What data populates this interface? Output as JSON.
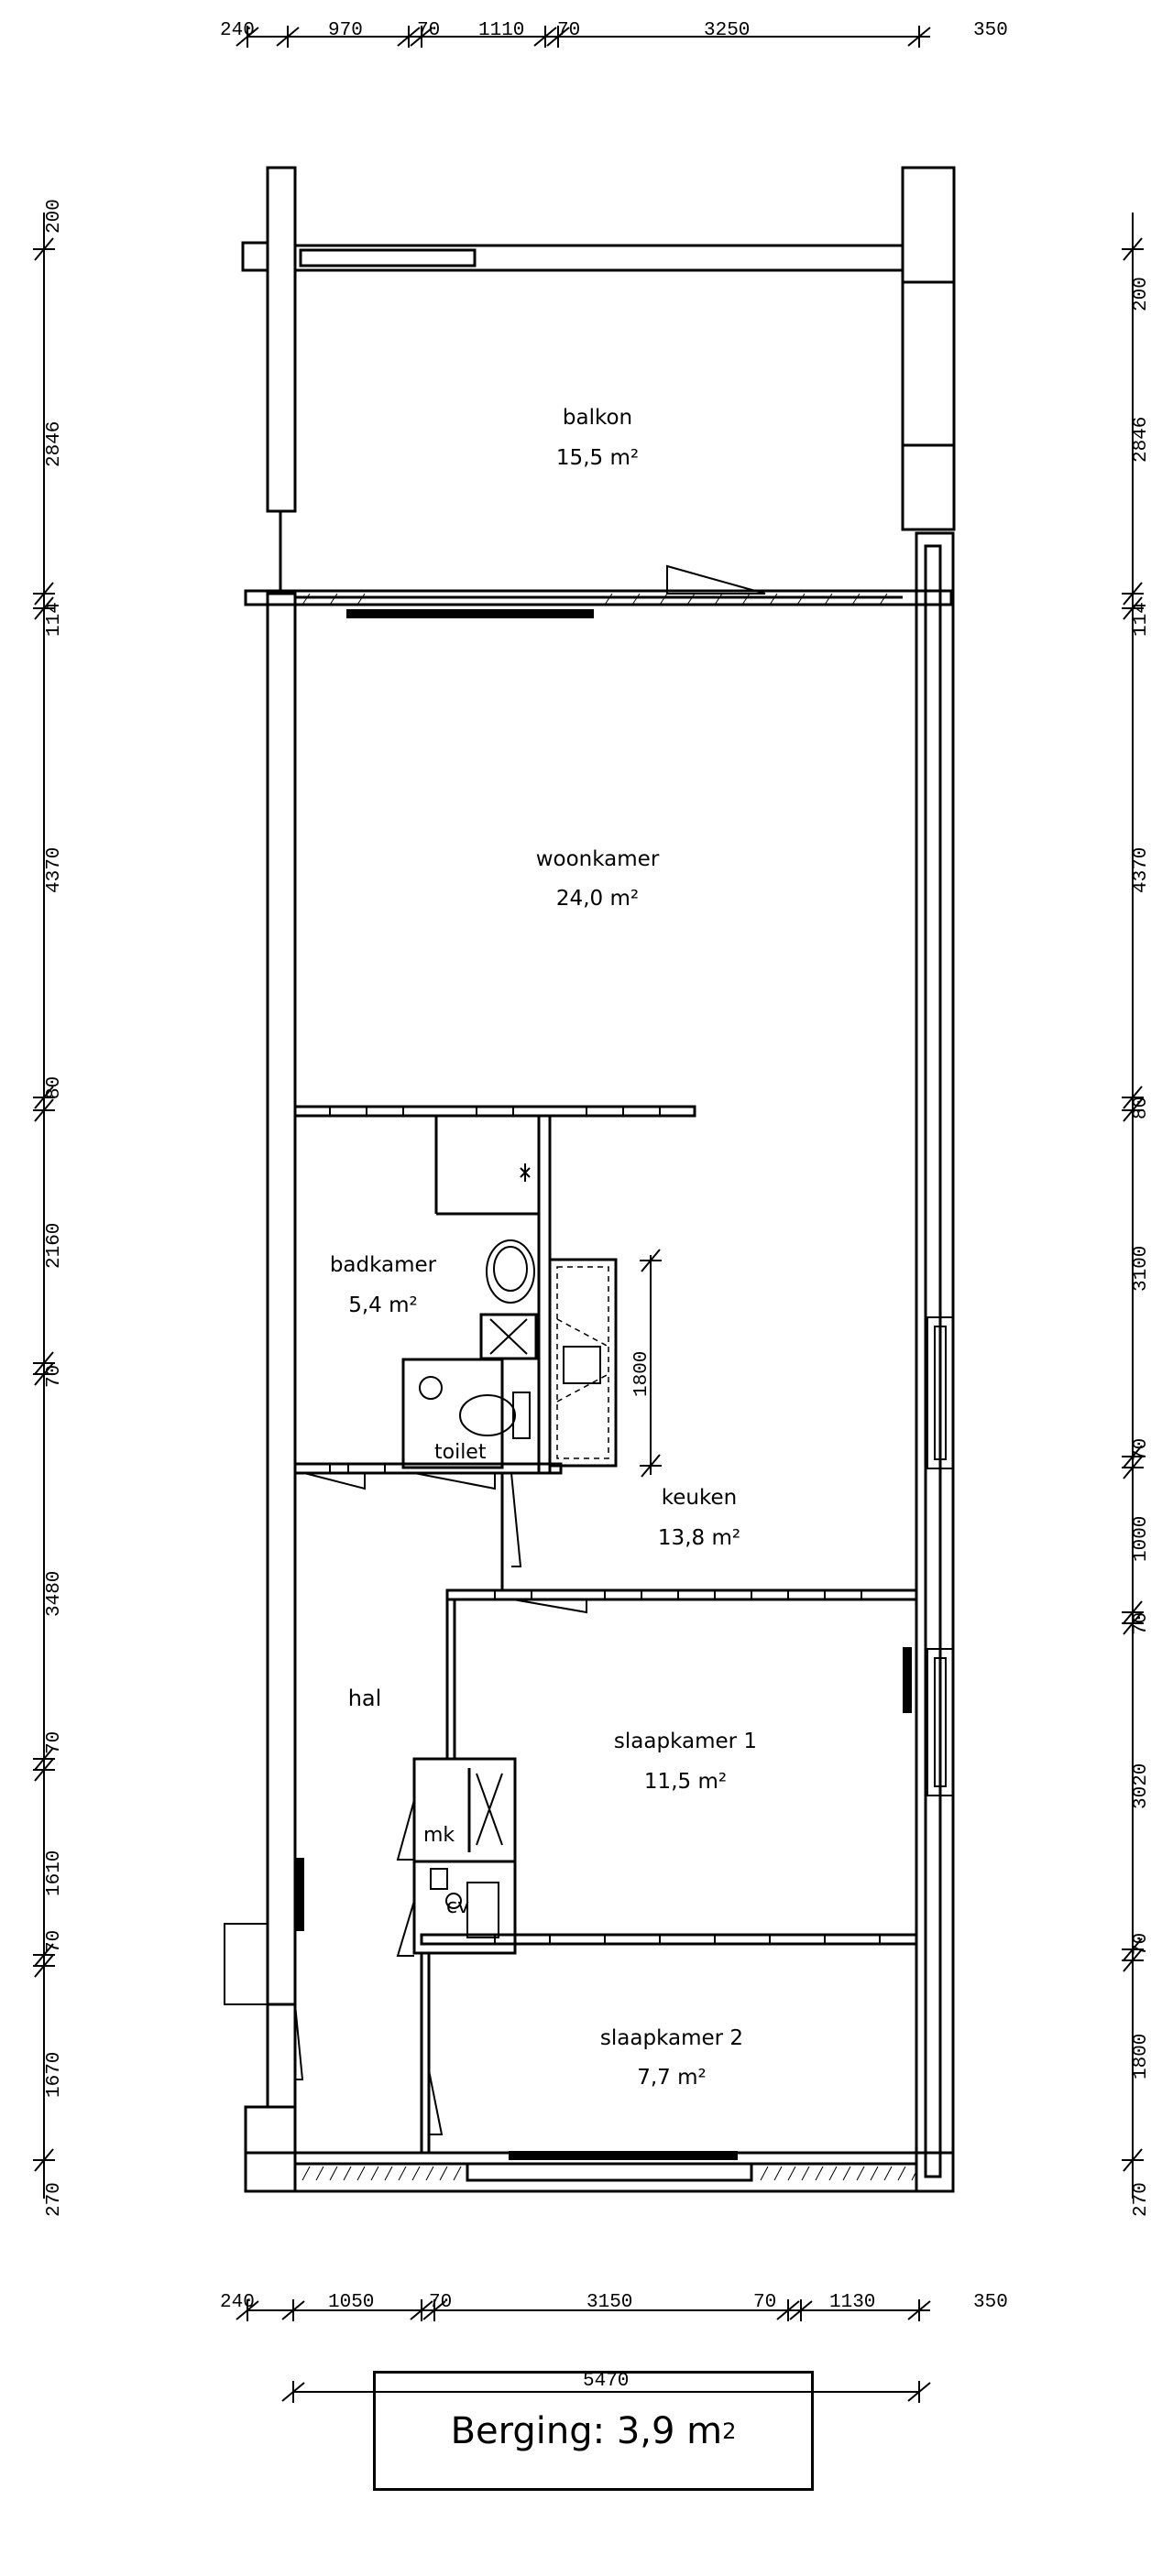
{
  "rooms": {
    "balkon": {
      "name": "balkon",
      "area": "15,5 m²"
    },
    "woonkamer": {
      "name": "woonkamer",
      "area": "24,0 m²"
    },
    "badkamer": {
      "name": "badkamer",
      "area": "5,4 m²"
    },
    "keuken": {
      "name": "keuken",
      "area": "13,8 m²"
    },
    "hal": {
      "name": "hal"
    },
    "slaapkamer1": {
      "name": "slaapkamer 1",
      "area": "11,5 m²"
    },
    "slaapkamer2": {
      "name": "slaapkamer 2",
      "area": "7,7 m²"
    },
    "toilet": {
      "name": "toilet"
    },
    "mk": {
      "name": "mk"
    },
    "cv": {
      "name": "cv"
    }
  },
  "dimensions": {
    "top": [
      "240",
      "970",
      "70",
      "1110",
      "70",
      "3250",
      "350"
    ],
    "bottom": [
      "240",
      "1050",
      "70",
      "3150",
      "70",
      "1130",
      "350"
    ],
    "total_width": "5470",
    "left": [
      "200",
      "2846",
      "114",
      "4370",
      "80",
      "2160",
      "70",
      "3480",
      "70",
      "1610",
      "70",
      "1670",
      "270"
    ],
    "right": [
      "200",
      "2846",
      "114",
      "4370",
      "80",
      "3100",
      "70",
      "1000",
      "70",
      "3020",
      "70",
      "1800",
      "270"
    ],
    "kitchen_counter": "1800"
  },
  "storage": {
    "label": "Berging: 3,9 m",
    "sup": "2"
  }
}
